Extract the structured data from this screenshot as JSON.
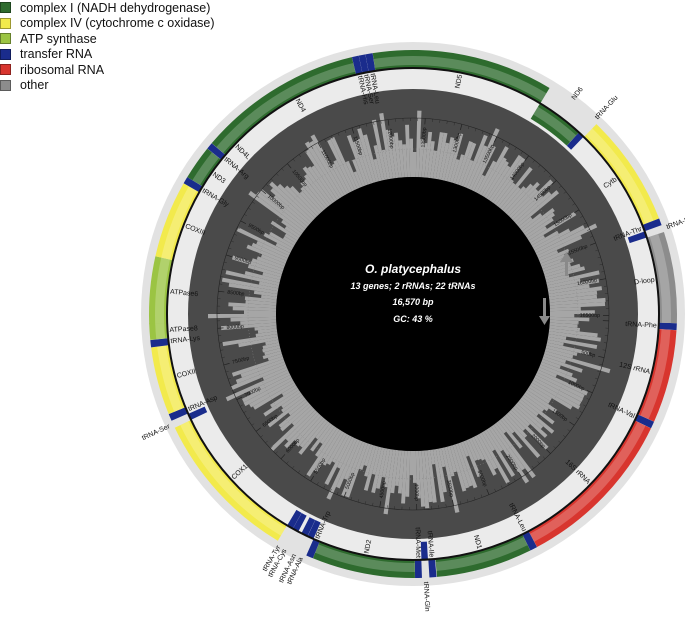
{
  "legend": {
    "items": [
      {
        "label": "complex I (NADH dehydrogenase)",
        "color": "#2e6b2e"
      },
      {
        "label": "complex IV (cytochrome c oxidase)",
        "color": "#f2ea4c"
      },
      {
        "label": "ATP synthase",
        "color": "#9bc443"
      },
      {
        "label": "transfer RNA",
        "color": "#1a2c8c"
      },
      {
        "label": "ribosomal RNA",
        "color": "#d8352e"
      },
      {
        "label": "other",
        "color": "#8c8c8c"
      }
    ]
  },
  "center": {
    "species": "O. platycephalus",
    "genes_line": "13 genes; 2 rRNAs; 22 tRNAs",
    "length_line": "16,570 bp",
    "gc_line": "GC: 43 %"
  },
  "genome": {
    "length": 16570,
    "tick_labels": [
      "500bp",
      "1000bp",
      "1500bp",
      "2000bp",
      "2500bp",
      "3000bp",
      "3500bp",
      "4000bp",
      "4500bp",
      "5000bp",
      "5500bp",
      "6000bp",
      "6500bp",
      "7000bp",
      "7500bp",
      "8000bp",
      "8500bp",
      "9000bp",
      "9500bp",
      "10000bp",
      "10500bp",
      "11000bp",
      "11500bp",
      "12000bp",
      "12500bp",
      "13000bp",
      "13500bp",
      "14000bp",
      "14500bp",
      "15000bp",
      "15500bp",
      "16000bp",
      "16500bp"
    ]
  },
  "features": [
    {
      "name": "tRNA-Phe",
      "type": "trna",
      "start": 0,
      "end": 69,
      "strand": "outer"
    },
    {
      "name": "12S rRNA",
      "type": "rrna",
      "start": 70,
      "end": 1015,
      "strand": "outer"
    },
    {
      "name": "tRNA-Val",
      "type": "trna",
      "start": 1016,
      "end": 1088,
      "strand": "outer"
    },
    {
      "name": "16S rRNA",
      "type": "rrna",
      "start": 1089,
      "end": 2760,
      "strand": "outer"
    },
    {
      "name": "tRNA-Leu",
      "type": "trna",
      "start": 2761,
      "end": 2835,
      "strand": "outer"
    },
    {
      "name": "ND1",
      "type": "complex1",
      "start": 2836,
      "end": 3810,
      "strand": "outer"
    },
    {
      "name": "tRNA-Ile",
      "type": "trna",
      "start": 3815,
      "end": 3886,
      "strand": "outer"
    },
    {
      "name": "tRNA-Gln",
      "type": "trna",
      "start": 3890,
      "end": 3960,
      "strand": "inner"
    },
    {
      "name": "tRNA-Met",
      "type": "trna",
      "start": 3961,
      "end": 4030,
      "strand": "outer"
    },
    {
      "name": "ND2",
      "type": "complex1",
      "start": 4031,
      "end": 5076,
      "strand": "outer"
    },
    {
      "name": "tRNA-Trp",
      "type": "trna",
      "start": 5077,
      "end": 5148,
      "strand": "outer"
    },
    {
      "name": "tRNA-Ala",
      "type": "trna",
      "start": 5150,
      "end": 5218,
      "strand": "inner"
    },
    {
      "name": "tRNA-Asn",
      "type": "trna",
      "start": 5220,
      "end": 5292,
      "strand": "inner"
    },
    {
      "name": "tRNA-Cys",
      "type": "trna",
      "start": 5330,
      "end": 5396,
      "strand": "inner"
    },
    {
      "name": "tRNA-Tyr",
      "type": "trna",
      "start": 5397,
      "end": 5466,
      "strand": "inner"
    },
    {
      "name": "COX1",
      "type": "complex4",
      "start": 5468,
      "end": 7018,
      "strand": "outer"
    },
    {
      "name": "tRNA-Ser",
      "type": "trna",
      "start": 7020,
      "end": 7090,
      "strand": "inner"
    },
    {
      "name": "tRNA-Asp",
      "type": "trna",
      "start": 7095,
      "end": 7167,
      "strand": "outer"
    },
    {
      "name": "COXII",
      "type": "complex4",
      "start": 7168,
      "end": 7858,
      "strand": "outer"
    },
    {
      "name": "tRNA-Lys",
      "type": "trna",
      "start": 7859,
      "end": 7932,
      "strand": "outer"
    },
    {
      "name": "ATPase8",
      "type": "atp",
      "start": 7934,
      "end": 8101,
      "strand": "outer"
    },
    {
      "name": "ATPase6",
      "type": "atp",
      "start": 8092,
      "end": 8774,
      "strand": "outer"
    },
    {
      "name": "COXIII",
      "type": "complex4",
      "start": 8774,
      "end": 9558,
      "strand": "outer"
    },
    {
      "name": "tRNA-Gly",
      "type": "trna",
      "start": 9559,
      "end": 9630,
      "strand": "outer"
    },
    {
      "name": "ND3",
      "type": "complex1",
      "start": 9631,
      "end": 9979,
      "strand": "outer"
    },
    {
      "name": "tRNA-Arg",
      "type": "trna",
      "start": 9980,
      "end": 10048,
      "strand": "outer"
    },
    {
      "name": "ND4L",
      "type": "complex1",
      "start": 10049,
      "end": 10345,
      "strand": "outer"
    },
    {
      "name": "ND4",
      "type": "complex1",
      "start": 10339,
      "end": 11719,
      "strand": "outer"
    },
    {
      "name": "tRNA-His",
      "type": "trna",
      "start": 11720,
      "end": 11789,
      "strand": "outer"
    },
    {
      "name": "tRNA-Ser",
      "type": "trna",
      "start": 11790,
      "end": 11857,
      "strand": "outer"
    },
    {
      "name": "tRNA-Leu",
      "type": "trna",
      "start": 11858,
      "end": 11930,
      "strand": "outer"
    },
    {
      "name": "ND5",
      "type": "complex1",
      "start": 11931,
      "end": 13769,
      "strand": "outer"
    },
    {
      "name": "ND6",
      "type": "complex1",
      "start": 13766,
      "end": 14287,
      "strand": "inner"
    },
    {
      "name": "tRNA-Glu",
      "type": "trna",
      "start": 14288,
      "end": 14356,
      "strand": "inner"
    },
    {
      "name": "Cytb",
      "type": "complex4",
      "start": 14361,
      "end": 15501,
      "strand": "outer"
    },
    {
      "name": "tRNA-Thr",
      "type": "trna",
      "start": 15502,
      "end": 15573,
      "strand": "outer"
    },
    {
      "name": "tRNA-Pro",
      "type": "trna",
      "start": 15575,
      "end": 15644,
      "strand": "inner"
    },
    {
      "name": "D-loop",
      "type": "other",
      "start": 15645,
      "end": 16570,
      "strand": "outer"
    }
  ]
}
